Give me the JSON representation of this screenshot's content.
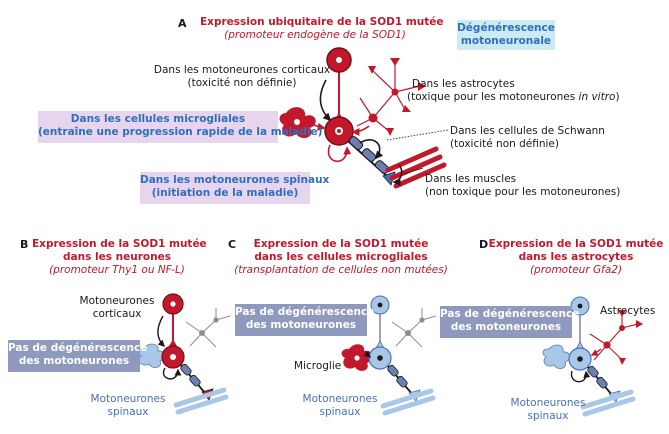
{
  "panel_a": {
    "letter": "A",
    "title_line1": "Expression ubiquitaire de la SOD1 mutée",
    "title_line2": "(promoteur endogène de la SOD1)",
    "degeneration_line1": "Dégénérescence",
    "degeneration_line2": "motoneuronale",
    "cortical_line1": "Dans les motoneurones corticaux",
    "cortical_line2": "(toxicité non définie)",
    "astro_line1": "Dans les astrocytes",
    "astro_line2_pre": "(toxique pour les motoneurones ",
    "astro_line2_it": "in vitro",
    "astro_line2_post": ")",
    "microglia_line1": "Dans les cellules microgliales",
    "microglia_line2": "(entraîne une progression rapide de la maladie)",
    "schwann_line1": "Dans les cellules de Schwann",
    "schwann_line2": "(toxicité non définie)",
    "spinal_line1": "Dans les motoneurones spinaux",
    "spinal_line2": "(initiation de la maladie)",
    "muscle_line1": "Dans les muscles",
    "muscle_line2": "(non toxique pour les motoneurones)"
  },
  "panel_b": {
    "letter": "B",
    "title_line1": "Expression de la SOD1 mutée",
    "title_line2": "dans les neurones",
    "title_line3": "(promoteur Thy1 ou NF-L)",
    "cortical_line1": "Motoneurones",
    "cortical_line2": "corticaux",
    "nodeg_line1": "Pas de dégénérescence",
    "nodeg_line2": "des motoneurones",
    "spinal_line1": "Motoneurones",
    "spinal_line2": "spinaux"
  },
  "panel_c": {
    "letter": "C",
    "title_line1": "Expression de la SOD1 mutée",
    "title_line2": "dans les cellules microgliales",
    "title_line3": "(transplantation de cellules non mutées)",
    "nodeg_line1": "Pas de dégénérescence",
    "nodeg_line2": "des motoneurones",
    "microglia": "Microglie",
    "spinal_line1": "Motoneurones",
    "spinal_line2": "spinaux"
  },
  "panel_d": {
    "letter": "D",
    "title_line1": "Expression de la SOD1 mutée",
    "title_line2": "dans les astrocytes",
    "title_line3": "(promoteur Gfa2)",
    "nodeg_line1": "Pas de dégénérescence",
    "nodeg_line2": "des motoneurones",
    "astrocytes": "Astrocytes",
    "spinal_line1": "Motoneurones",
    "spinal_line2": "spinaux"
  },
  "colors": {
    "mutant_red": "#c2182b",
    "healthy_blue": "#a9c7e6",
    "label_blue": "#2f6fbf",
    "pink_box": "#e6d5ec",
    "cyan_box": "#cdeaf3",
    "grey_box": "#8f98bd"
  }
}
